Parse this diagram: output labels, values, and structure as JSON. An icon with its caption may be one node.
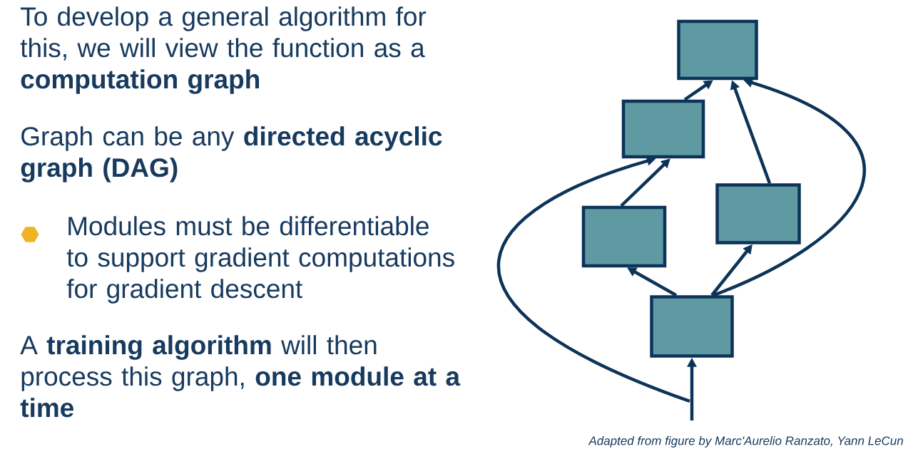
{
  "diagram": {
    "caption": "Adapted from figure by Marc'Aurelio Ranzato, Yann LeCun",
    "nodes": [
      {
        "text": [],
        "shape": "box"
      },
      {
        "text": [],
        "shape": "box"
      },
      {
        "text": [],
        "shape": "box"
      },
      {
        "text": [],
        "shape": "box"
      },
      {
        "text": [],
        "shape": "box"
      }
    ],
    "edges": [
      {
        "from": 4,
        "to": 3,
        "arrow": "to"
      },
      {
        "from": 4,
        "to": 2,
        "arrow": "to"
      },
      {
        "from": 3,
        "to": 1,
        "arrow": "to"
      },
      {
        "from": null,
        "to": 1,
        "arrow": "to"
      },
      {
        "from": 1,
        "to": 0,
        "arrow": "to"
      },
      {
        "from": 2,
        "to": 0,
        "arrow": "to"
      },
      {
        "from": 4,
        "to": 0,
        "arrow": "to"
      },
      {
        "from": null,
        "to": 4,
        "arrow": "to"
      }
    ],
    "labels": [
      "To develop a general algorithm for this, we will view the function as a **computation graph**",
      "Graph can be any **directed acyclic graph (DAG)**",
      "Modules must be differentiable to support gradient computations for gradient descent",
      "A **training algorithm** will then process this graph, **one module at a time**"
    ]
  }
}
